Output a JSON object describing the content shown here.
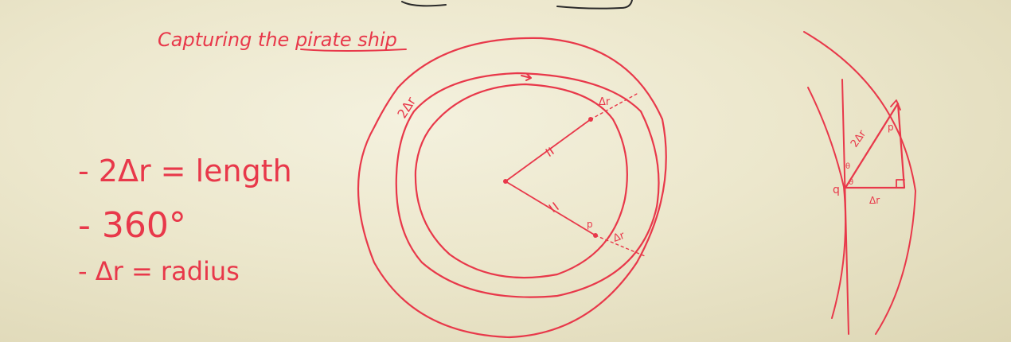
{
  "title": "Capturing the pirate ship",
  "notes": {
    "line1": "- 2Δr = length",
    "line2": "- 360°",
    "line3": "- Δr = radius"
  },
  "diagram_left": {
    "label_2dr": "2Δr",
    "label_dr_top": "Δr",
    "label_dr_bottom": "Δr",
    "label_p": "p"
  },
  "diagram_right": {
    "label_2dr": "2Δr",
    "label_q": "q",
    "label_dr": "Δr",
    "label_p": "p",
    "label_theta": "θ",
    "label_angle": "θ"
  }
}
